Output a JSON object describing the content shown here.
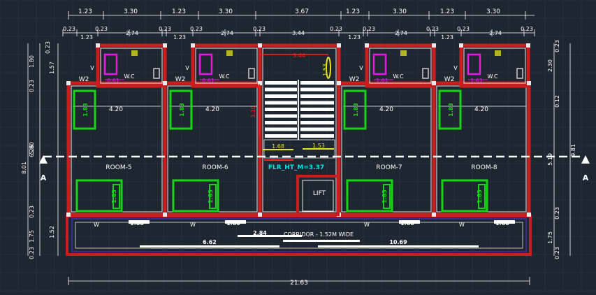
{
  "colors": {
    "background": "#1e2630",
    "grid": "#2c3744",
    "wall": "#c81e1e",
    "wall_inner": "#e8e8e8",
    "dimension": "#ffffff",
    "furniture": "#19d219",
    "wc": "#e619e6",
    "accent_yellow": "#e6e619",
    "level_text": "#00e5e5",
    "corridor_frame": "#3a2a8a"
  },
  "top_dimensions": {
    "row1": [
      "1.23",
      "3.30",
      "1.23",
      "3.30",
      "3.67",
      "1.23",
      "3.30",
      "1.23",
      "3.30"
    ],
    "row2": [
      "0.23",
      "0.23",
      "2.74",
      "0.23",
      "0.23",
      "2.74",
      "0.23",
      "3.44",
      "0.23",
      "0.23",
      "2.74",
      "0.23",
      "0.23",
      "2.74",
      "0.23"
    ],
    "row3": [
      "1.23",
      "1.23",
      "1.23",
      "1.23"
    ]
  },
  "left_dimensions": {
    "outer": [
      "8.01"
    ],
    "middle": [
      "1.80",
      "0.23",
      "5.80",
      "0.23",
      "1.75",
      "0.23"
    ],
    "inner": [
      "0.23",
      "1.57",
      "6.26",
      "1.52"
    ]
  },
  "right_dimensions": {
    "outer": [
      "9.81"
    ],
    "middle": [
      "0.23",
      "2.30",
      "0.12",
      "5.19",
      "0.23",
      "1.75",
      "0.23"
    ]
  },
  "bottom_dimension": "21.63",
  "rooms": [
    {
      "name": "ROOM-5",
      "wc": "W.C",
      "wc_dim": "0.61",
      "w_label": "W2",
      "v_label": "V",
      "width": "4.20",
      "bed": "1.83",
      "window": "W",
      "win_dim": "1.60"
    },
    {
      "name": "ROOM-6",
      "wc": "W.C",
      "wc_dim": "0.61",
      "w_label": "W2",
      "v_label": "V",
      "width": "4.20",
      "bed": "1.83",
      "window": "W",
      "win_dim": "1.60"
    },
    {
      "name": "ROOM-7",
      "wc": "W.C",
      "wc_dim": "1.61",
      "w_label": "W2",
      "v_label": "V",
      "width": "4.20",
      "bed": "1.83",
      "window": "W",
      "win_dim": "1.60"
    },
    {
      "name": "ROOM-8",
      "wc": "W.C",
      "wc_dim": "1.61",
      "w_label": "W2",
      "v_label": "V",
      "width": "4.20",
      "bed": "1.83",
      "window": "W",
      "win_dim": "1.60"
    }
  ],
  "stair": {
    "top_dim": "3.44",
    "side_dim": "1.53",
    "landing_dim": "1.53",
    "landing_dim2": "1.68",
    "red_dim": "3.10",
    "level_label": "FLR_HT_M=3.37"
  },
  "lift_label": "LIFT",
  "corridor": {
    "label": "CORRIDOR - 1.52M WIDE",
    "dim_a": "2.84",
    "dim_b": "6.62",
    "dim_c": "10.69"
  },
  "section_marks": [
    "A",
    "A"
  ]
}
